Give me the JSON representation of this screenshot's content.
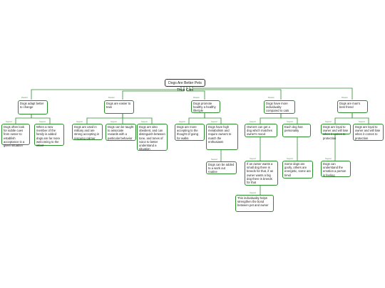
{
  "root": "Dogs Are Better Pets Than Cats",
  "link_labels": {
    "reason": "Reason",
    "support": "Support"
  },
  "nodes": {
    "adapt": "Dogs adapt better to change",
    "easier_train": "Dogs are easier to train",
    "healthy": "Dogs promote healthy a healthy lifestyle",
    "loyal": "Dogs have more individuality compared to cats",
    "best_friend": "Dogs are man's best friend",
    "calm": "Dogs often look for subtle cues from owner to establish acceptance in a given situation",
    "family": "When a new member of the family is added dogs are far more welcoming to the infant",
    "seeing_eye": "Dogs are used in military and are strong accepting in rescuing calmer",
    "taught": "Dogs can be taught to associate rewards with a particular behavior",
    "obedient": "Dogs are also obedient, and can distinguish between tone, and tones of voice to better understand a situation",
    "walks": "Dogs are more accepting to the thought of going for walks",
    "breeds": "Dogs have high metabolism and require owners to match the enthusiasm",
    "workout": "Dogs can be added to a work out routine",
    "owners": "Owners can get a dog which matches owner's mood",
    "personality": "Each dog has personality",
    "lifestyle": "If an owner wants a small dog there is breeds for that, if an owner wants a big dog there is breeds for that",
    "goofy": "Some dogs are goofy, others are energetic, some are timid",
    "fit": "This individuality helps strengthen the bond between pet and owner",
    "protect": "Dogs are loyal to owner and will lose when it comes to protection",
    "loyal_owner": "Dogs are loyal to owner and will lose when it comes to protection",
    "sense": "Dogs can understand the emotion a person is feeling"
  }
}
